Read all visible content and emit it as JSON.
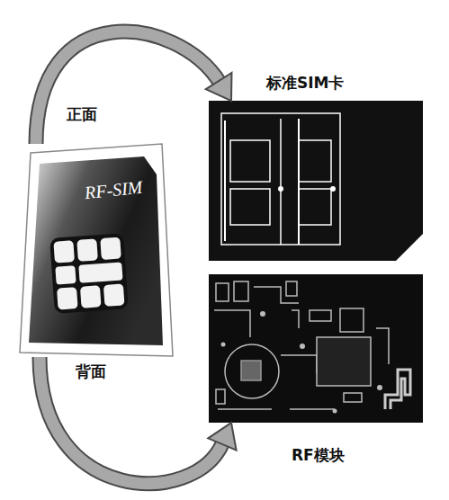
{
  "diagram": {
    "nodes": [
      {
        "text": [
          "RF-SIM"
        ]
      },
      {
        "text": [
          "标准SIM卡"
        ]
      },
      {
        "text": [
          "RF模块"
        ]
      }
    ],
    "edges": [
      {
        "from": 0,
        "to": 1,
        "arrow": "to",
        "label": "正面"
      },
      {
        "from": 0,
        "to": 2,
        "arrow": "to",
        "label": "背面"
      }
    ]
  }
}
